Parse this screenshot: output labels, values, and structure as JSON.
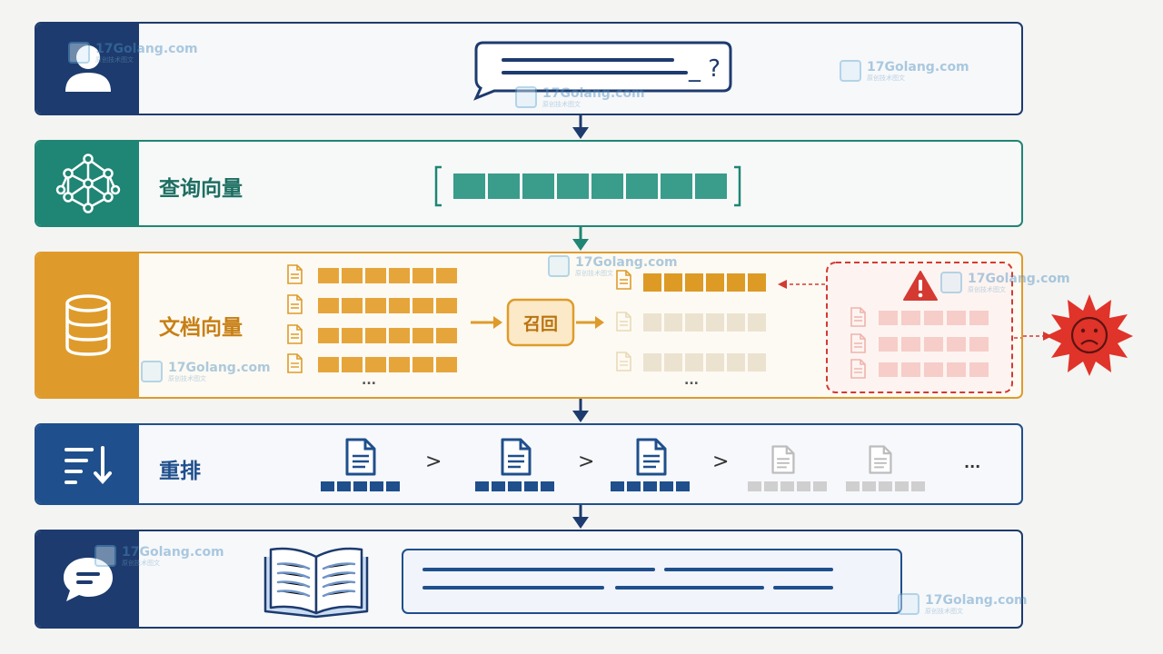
{
  "rows": {
    "query": {
      "icon": "user-icon",
      "bubble_suffix": "_ ?"
    },
    "query_vector": {
      "label": "查询向量",
      "icon": "neural-network-icon"
    },
    "doc_vectors": {
      "label": "文档向量",
      "icon": "database-icon",
      "recall_label": "召回",
      "dots_left": "...",
      "dots_mid": "...",
      "warning_icon": "warning-icon",
      "sad_icon": "sad-face-burst-icon"
    },
    "rerank": {
      "label": "重排",
      "icon": "sort-descending-icon",
      "sep": ">",
      "dots": "..."
    },
    "answer": {
      "icon": "chat-bubble-icon",
      "book_icon": "open-book-icon"
    }
  },
  "watermark": {
    "text": "17Golang.com",
    "sub": "原创技术图文"
  },
  "colors": {
    "navy": "#1d3b6e",
    "teal": "#1f8574",
    "orange": "#de9b2b",
    "blue": "#1f4f8c",
    "red": "#d43a32"
  }
}
